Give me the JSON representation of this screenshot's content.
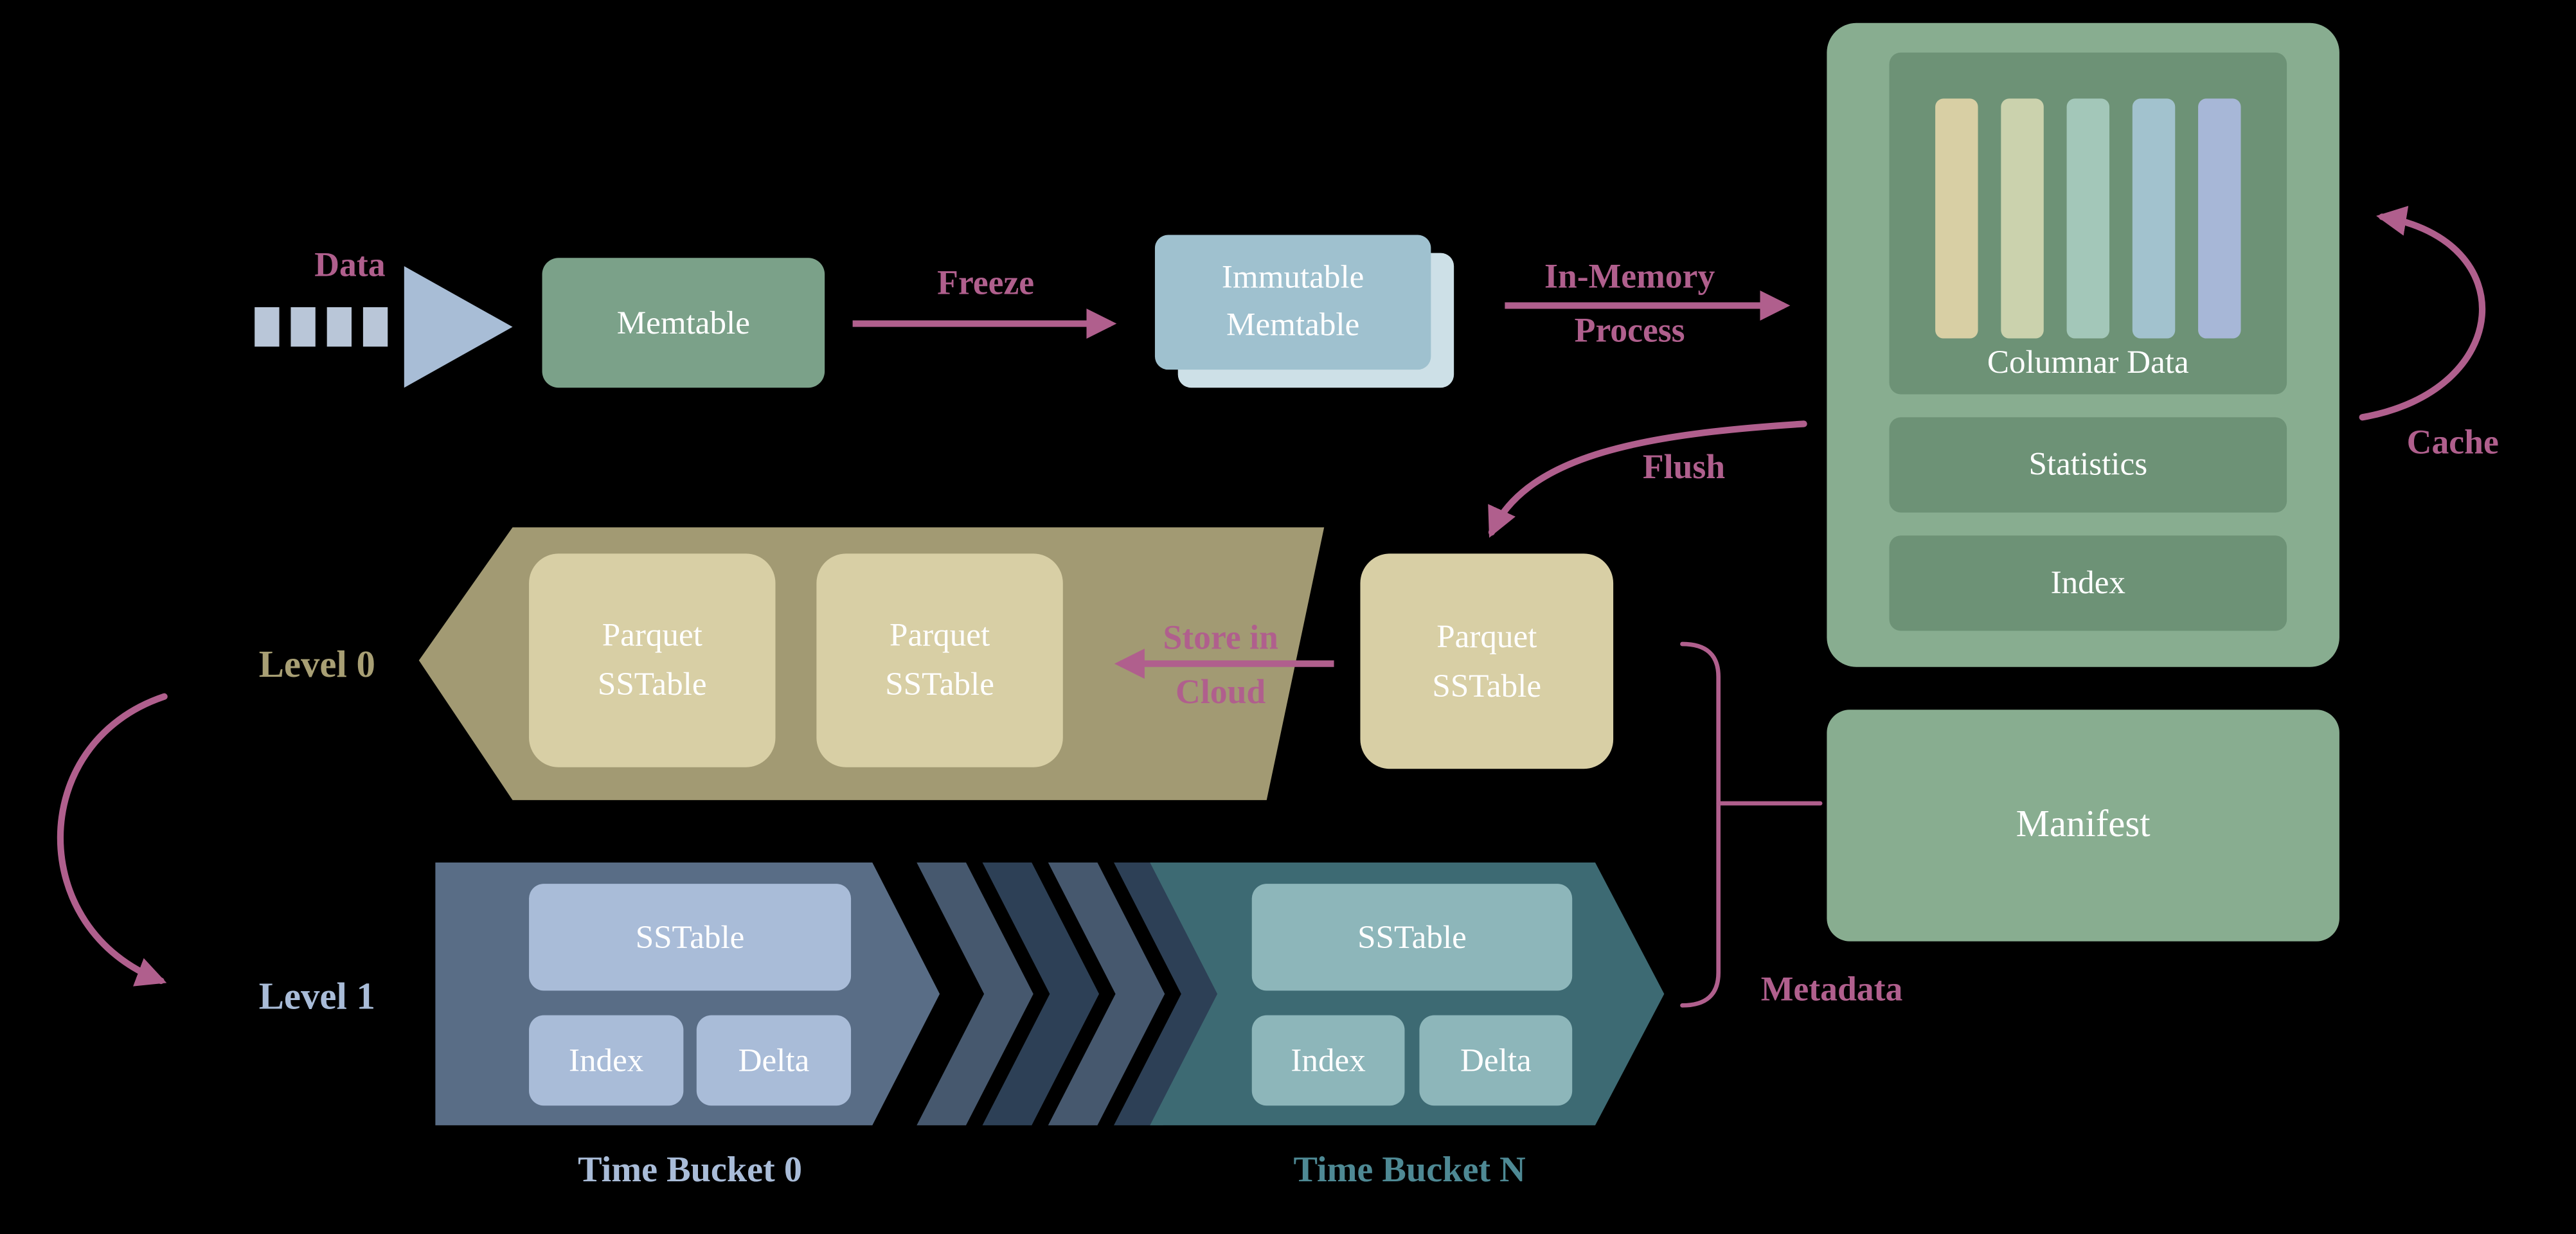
{
  "diagram_title": "LSM storage engine architecture",
  "colors": {
    "background": "#000000",
    "accent_rose": "#b05f8d",
    "sage_panel": "#88ad90",
    "sage_node": "#7ba189",
    "sage_inner": "#6d9276",
    "tan_node": "#d8cfa5",
    "olive_banner": "#a29a73",
    "periwinkle": "#a9bcd8",
    "slate_banner": "#596d86",
    "teal_banner": "#3d6a73",
    "teal_node": "#8db6ba",
    "blue_node": "#9fc1cf",
    "blue_node_shadow": "#cde0e7",
    "data_arrow": "#a8bdd6",
    "chevron_dark": "#2d4056",
    "chevron_light": "#46586e",
    "level0_label": "#a89f74",
    "level1_label": "#a9bcd8",
    "bucket0_caption": "#a9bcd8",
    "bucketN_caption": "#4e8994"
  },
  "ingest": {
    "data_label": "Data",
    "memtable": "Memtable",
    "freeze": "Freeze",
    "immutable": {
      "line1": "Immutable",
      "line2": "Memtable"
    },
    "in_memory": {
      "line1": "In-Memory",
      "line2": "Process"
    }
  },
  "memory_panel": {
    "columnar": "Columnar Data",
    "statistics": "Statistics",
    "index": "Index",
    "column_colors": [
      "#d8cfa4",
      "#cbd2ad",
      "#a3c7b9",
      "#a2c2ce",
      "#a7b7d7"
    ],
    "cache": "Cache",
    "flush": "Flush"
  },
  "cloud": {
    "flush_sstable": {
      "line1": "Parquet",
      "line2": "SSTable"
    },
    "store": {
      "line1": "Store in",
      "line2": "Cloud"
    },
    "level0": {
      "label": "Level 0",
      "boxes": [
        {
          "line1": "Parquet",
          "line2": "SSTable"
        },
        {
          "line1": "Parquet",
          "line2": "SSTable"
        }
      ]
    },
    "level1": {
      "label": "Level 1",
      "bucket0": {
        "sstable": "SSTable",
        "index": "Index",
        "delta": "Delta",
        "caption": "Time Bucket 0"
      },
      "bucketN": {
        "sstable": "SSTable",
        "index": "Index",
        "delta": "Delta",
        "caption": "Time Bucket N"
      }
    }
  },
  "manifest": {
    "label": "Manifest",
    "metadata": "Metadata"
  }
}
